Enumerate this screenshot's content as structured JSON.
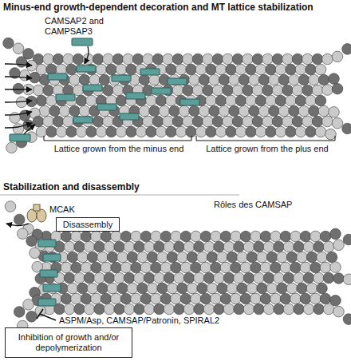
{
  "diagram": {
    "nodes": [
      {
        "text": [
          "Disassembly"
        ]
      },
      {
        "text": [
          "Inhibition of growth and/or depolymerization"
        ]
      }
    ],
    "labels": [
      "Minus-end growth-dependent decoration and MT lattice stabilization",
      "CAMSAP2 and CAMPSAP3",
      "Lattice grown from the minus end",
      "Lattice grown from the plus end",
      "Stabilization and disassembly",
      "Rôles des CAMSAP",
      "MCAK",
      "ASPM/Asp, CAMSAP/Patronin, SPIRAL2"
    ]
  }
}
